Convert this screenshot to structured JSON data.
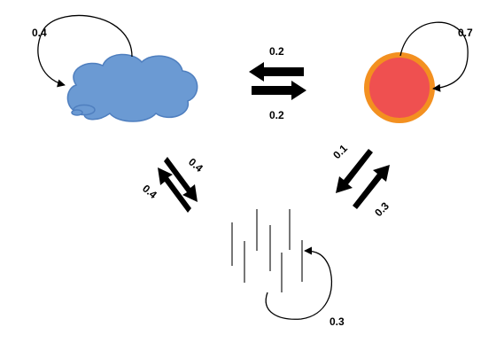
{
  "diagram": {
    "states": [
      {
        "id": "cloudy",
        "icon": "cloud-icon",
        "color": "#6b9ad3"
      },
      {
        "id": "sunny",
        "icon": "sun-icon",
        "color": "#ef5050",
        "ring_color": "#f39020"
      },
      {
        "id": "rainy",
        "icon": "rain-icon",
        "color": "#777777"
      }
    ],
    "self_loops": {
      "cloudy": "0.4",
      "sunny": "0.7",
      "rainy": "0.3"
    },
    "transitions": {
      "sunny_to_cloudy": "0.2",
      "cloudy_to_sunny": "0.2",
      "cloudy_to_rainy": "0.4",
      "rainy_to_cloudy": "0.4",
      "sunny_to_rainy": "0.1",
      "rainy_to_sunny": "0.3"
    }
  }
}
